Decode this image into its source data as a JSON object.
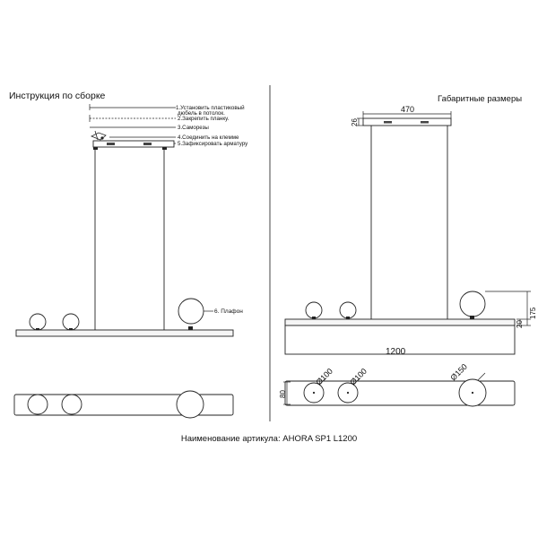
{
  "left_panel": {
    "title": "Инструкция по сборке",
    "steps": [
      "1.Установить пластиковый",
      "дюбель в потолок.",
      "2.Закрепить планку.",
      "3.Саморезы",
      "4.Соединить на клемме",
      "5.Зафиксировать арматуру"
    ],
    "shade_label": "6. Плафон"
  },
  "right_panel": {
    "title": "Габаритные размеры",
    "dimensions": {
      "canopy_width": "470",
      "canopy_height": "26",
      "body_length": "1200",
      "shade_height": "175",
      "body_height": "20",
      "body_depth": "80",
      "shade_small_1": "Ø100",
      "shade_small_2": "Ø100",
      "shade_large": "Ø150"
    }
  },
  "footer": {
    "article_text": "Наименование артикула: AHORA SP1 L1200"
  },
  "colors": {
    "line": "#1a1a1a",
    "fill_body": "#f5f5f5",
    "divider": "#333333"
  }
}
